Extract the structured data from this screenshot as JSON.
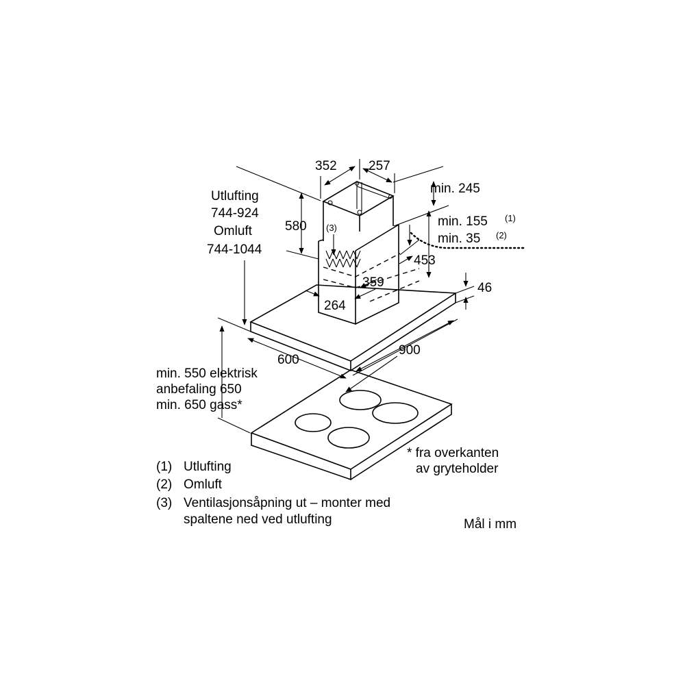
{
  "dimensions": {
    "chimney_width": "352",
    "chimney_depth": "257",
    "min_top": "min. 245",
    "height_580": "580",
    "min_155": "min. 155",
    "min_155_ref": "(1)",
    "min_35": "min. 35",
    "min_35_ref": "(2)",
    "depth_453": "453",
    "dim_359": "359",
    "dim_264": "264",
    "canopy_thickness": "46",
    "canopy_width": "900",
    "canopy_depth": "600"
  },
  "callout": "(3)",
  "height_range": {
    "line1": "Utlufting",
    "line2": "744-924",
    "line3": "Omluft",
    "line4": "744-1044"
  },
  "clearance": {
    "line1": "min. 550 elektrisk",
    "line2": "anbefaling 650",
    "line3": "min. 650 gass*"
  },
  "footnote": {
    "line1": "* fra overkanten",
    "line2": "av gryteholder"
  },
  "legend": [
    {
      "num": "(1)",
      "text": "Utlufting"
    },
    {
      "num": "(2)",
      "text": "Omluft"
    },
    {
      "num": "(3)",
      "text": "Ventilasjonsåpning ut – monter med",
      "text2": "spaltene ned ved utlufting"
    }
  ],
  "units": "Mål i mm"
}
